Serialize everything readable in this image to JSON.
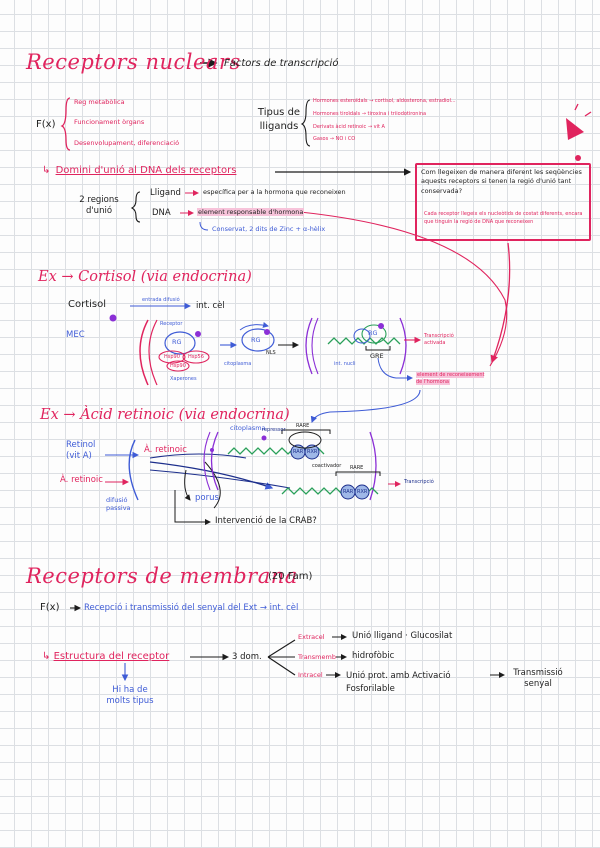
{
  "heading_nuclear": "Receptors nuclears",
  "factors": "Factors de transcripció",
  "fx": "F(x)",
  "fx_items": [
    "Reg metabòlica",
    "Funcionament òrgans",
    "Desenvolupament, diferenciació"
  ],
  "tipus_label": "Tipus de lligands",
  "tipus_items": [
    "Hormones esteroïdals → cortisol, aldosterona, estradiol...",
    "Hormones tiroïdals → tiroxina i triiodotironina",
    "Derivats àcid retinoic → vit A",
    "Gasos → NO i CO"
  ],
  "domini": "Domini d'unió al DNA dels receptors",
  "regions": "2 regions d'unió",
  "lligand": "Lligand",
  "lligand_desc": "específica per a la hormona que reconeixen",
  "dna": "DNA",
  "dna_desc": "element responsable d'hormona",
  "conservat": "Conservat, 2 dits de Zinc + α-hèlix",
  "box_text": "Com llegeixen de manera diferent les seqüències aquests receptors si tenen la regió d'unió tant conservada?",
  "box_sub": "Cada receptor llegeix els nucleòtids de costat diferents, encara que tinguin la regió de DNA que reconeixen",
  "ex_cortisol": "Ex → Cortisol (via endocrina)",
  "cortisol": "Cortisol",
  "cortisol_arrow": "entrada difusió",
  "int_cel": "int. cèl",
  "mec": "MEC",
  "rg": "RG",
  "hsp1": "Hsp90",
  "hsp2": "Hsp56",
  "hsp3": "Hsp90",
  "receptor_lbl": "Receptor",
  "xaperones": "Xaperones",
  "citoplasma": "citoplasma",
  "nls": "NLS",
  "int_nuclei": "int. nucli",
  "gre": "GRE",
  "transcripcio": "Transcripció activada",
  "element_reconeixement": "element de reconeixement de l'hormona",
  "ex_retinoic": "Ex → Àcid retinoic (via endocrina)",
  "retinol": "Retinol (vit A)",
  "a_retinoic": "À. retinoic",
  "a_retinoic2": "À. retinoic",
  "citoplasma2": "citoplasma",
  "repressor": "repressor",
  "rare": "RARE",
  "rare2": "RARE",
  "rar": "RAR",
  "rxr": "RXR",
  "coactivador": "coactivador",
  "transcripcio2": "Transcripció",
  "difusio": "difusió passiva",
  "porus": "porus",
  "crab": "Intervenció de la CRAB?",
  "heading_membrana": "Receptors de membrana",
  "membrana_count": "(20 Fam)",
  "fx2": "F(x)",
  "fx2_desc": "Recepció i transmissió del senyal del Ext → int. cèl",
  "estructura": "Estructura del receptor",
  "dom3": "3 dom.",
  "extracel": "Extracel",
  "extracel_desc": "Unió lligand · Glucosilat",
  "transmemb": "Transmemb",
  "transmemb_desc": "hidrofòbic",
  "intracel": "Intracel",
  "intracel_desc": "Unió prot. amb Activació Fosforilable",
  "transmissio": "Transmissió senyal",
  "hi_ha": "Hi ha de molts tipus",
  "colors": {
    "pink": "#e0245e",
    "blue": "#3f5cd6",
    "navy": "#1d2f8c",
    "green": "#2aa05a",
    "purple": "#8b2fd6",
    "highlight": "#f5b7d3"
  }
}
